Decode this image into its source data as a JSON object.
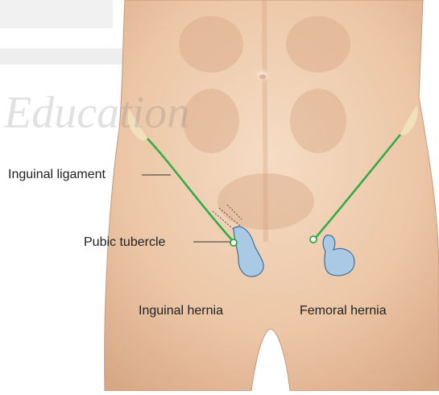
{
  "watermark": {
    "text": "Education"
  },
  "labels": {
    "inguinal_ligament": "Inguinal ligament",
    "pubic_tubercle": "Pubic tubercle",
    "inguinal_hernia": "Inguinal hernia",
    "femoral_hernia": "Femoral hernia"
  },
  "colors": {
    "skin_light": "#f2d6bd",
    "skin_mid": "#e8bf9c",
    "skin_shadow": "#cf9f7c",
    "ligament": "#2eab45",
    "hernia_fill": "#a9c9e4",
    "hernia_stroke": "#3f6f9c",
    "label_text": "#222222",
    "watermark": "#b8b8b8"
  }
}
